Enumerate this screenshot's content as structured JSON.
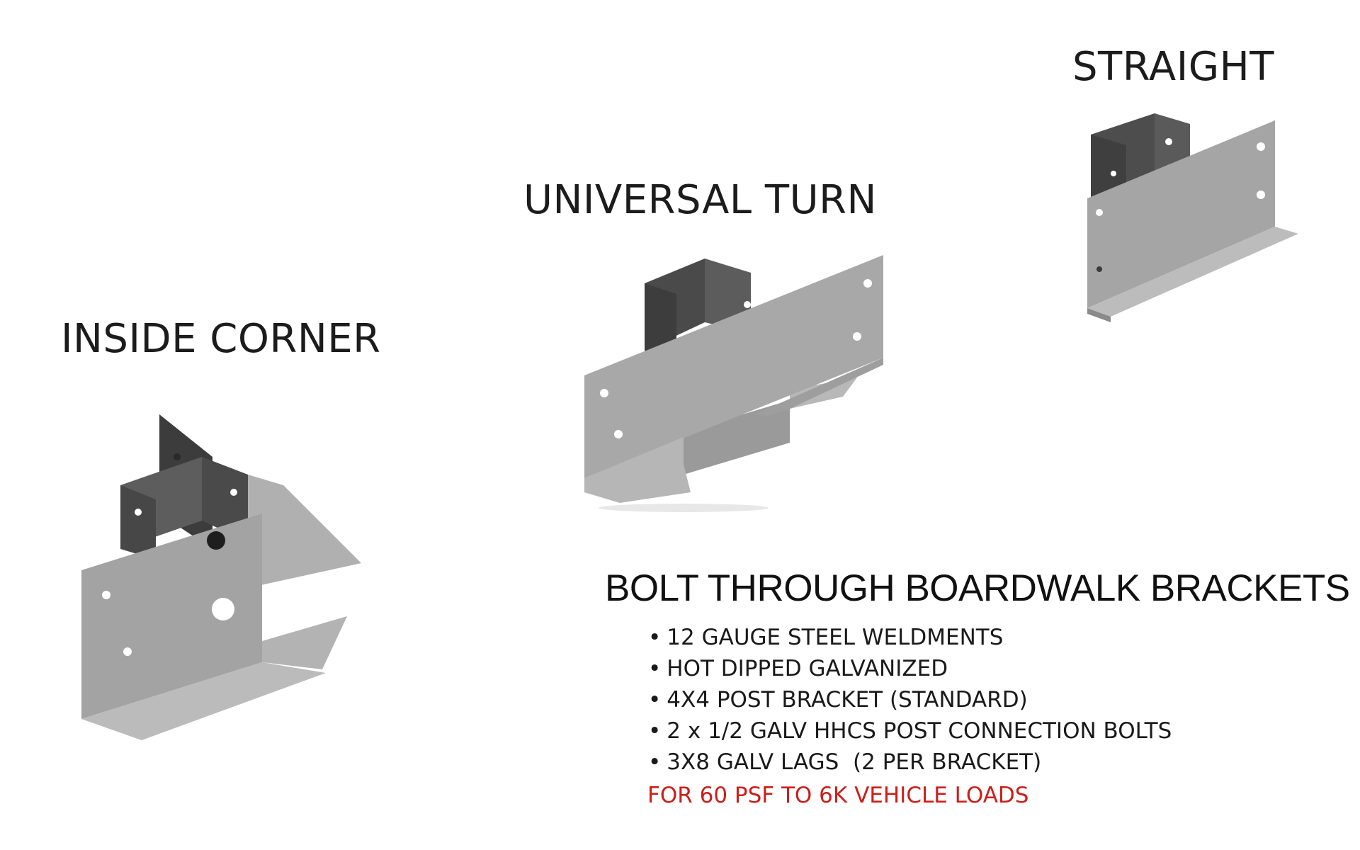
{
  "labels": {
    "straight": "STRAIGHT",
    "universal_turn": "UNIVERSAL TURN",
    "inside_corner": "INSIDE CORNER"
  },
  "product": {
    "title": "BOLT THROUGH BOARDWALK BRACKETS",
    "bullet_glyph": "•",
    "features": [
      "12 GAUGE STEEL WELDMENTS",
      "HOT DIPPED GALVANIZED",
      "4X4 POST BRACKET (STANDARD)",
      "2 x 1/2 GALV HHCS POST CONNECTION BOLTS",
      "3X8 GALV LAGS  (2 PER BRACKET)"
    ],
    "load_note": "FOR 60 PSF TO 6K VEHICLE LOADS"
  },
  "colors": {
    "load_note": "#cc1f1a",
    "metal_light": "#a9a9a9",
    "metal_mid": "#8f8f8f",
    "metal_dark": "#4a4a4a",
    "hole": "#ffffff"
  }
}
